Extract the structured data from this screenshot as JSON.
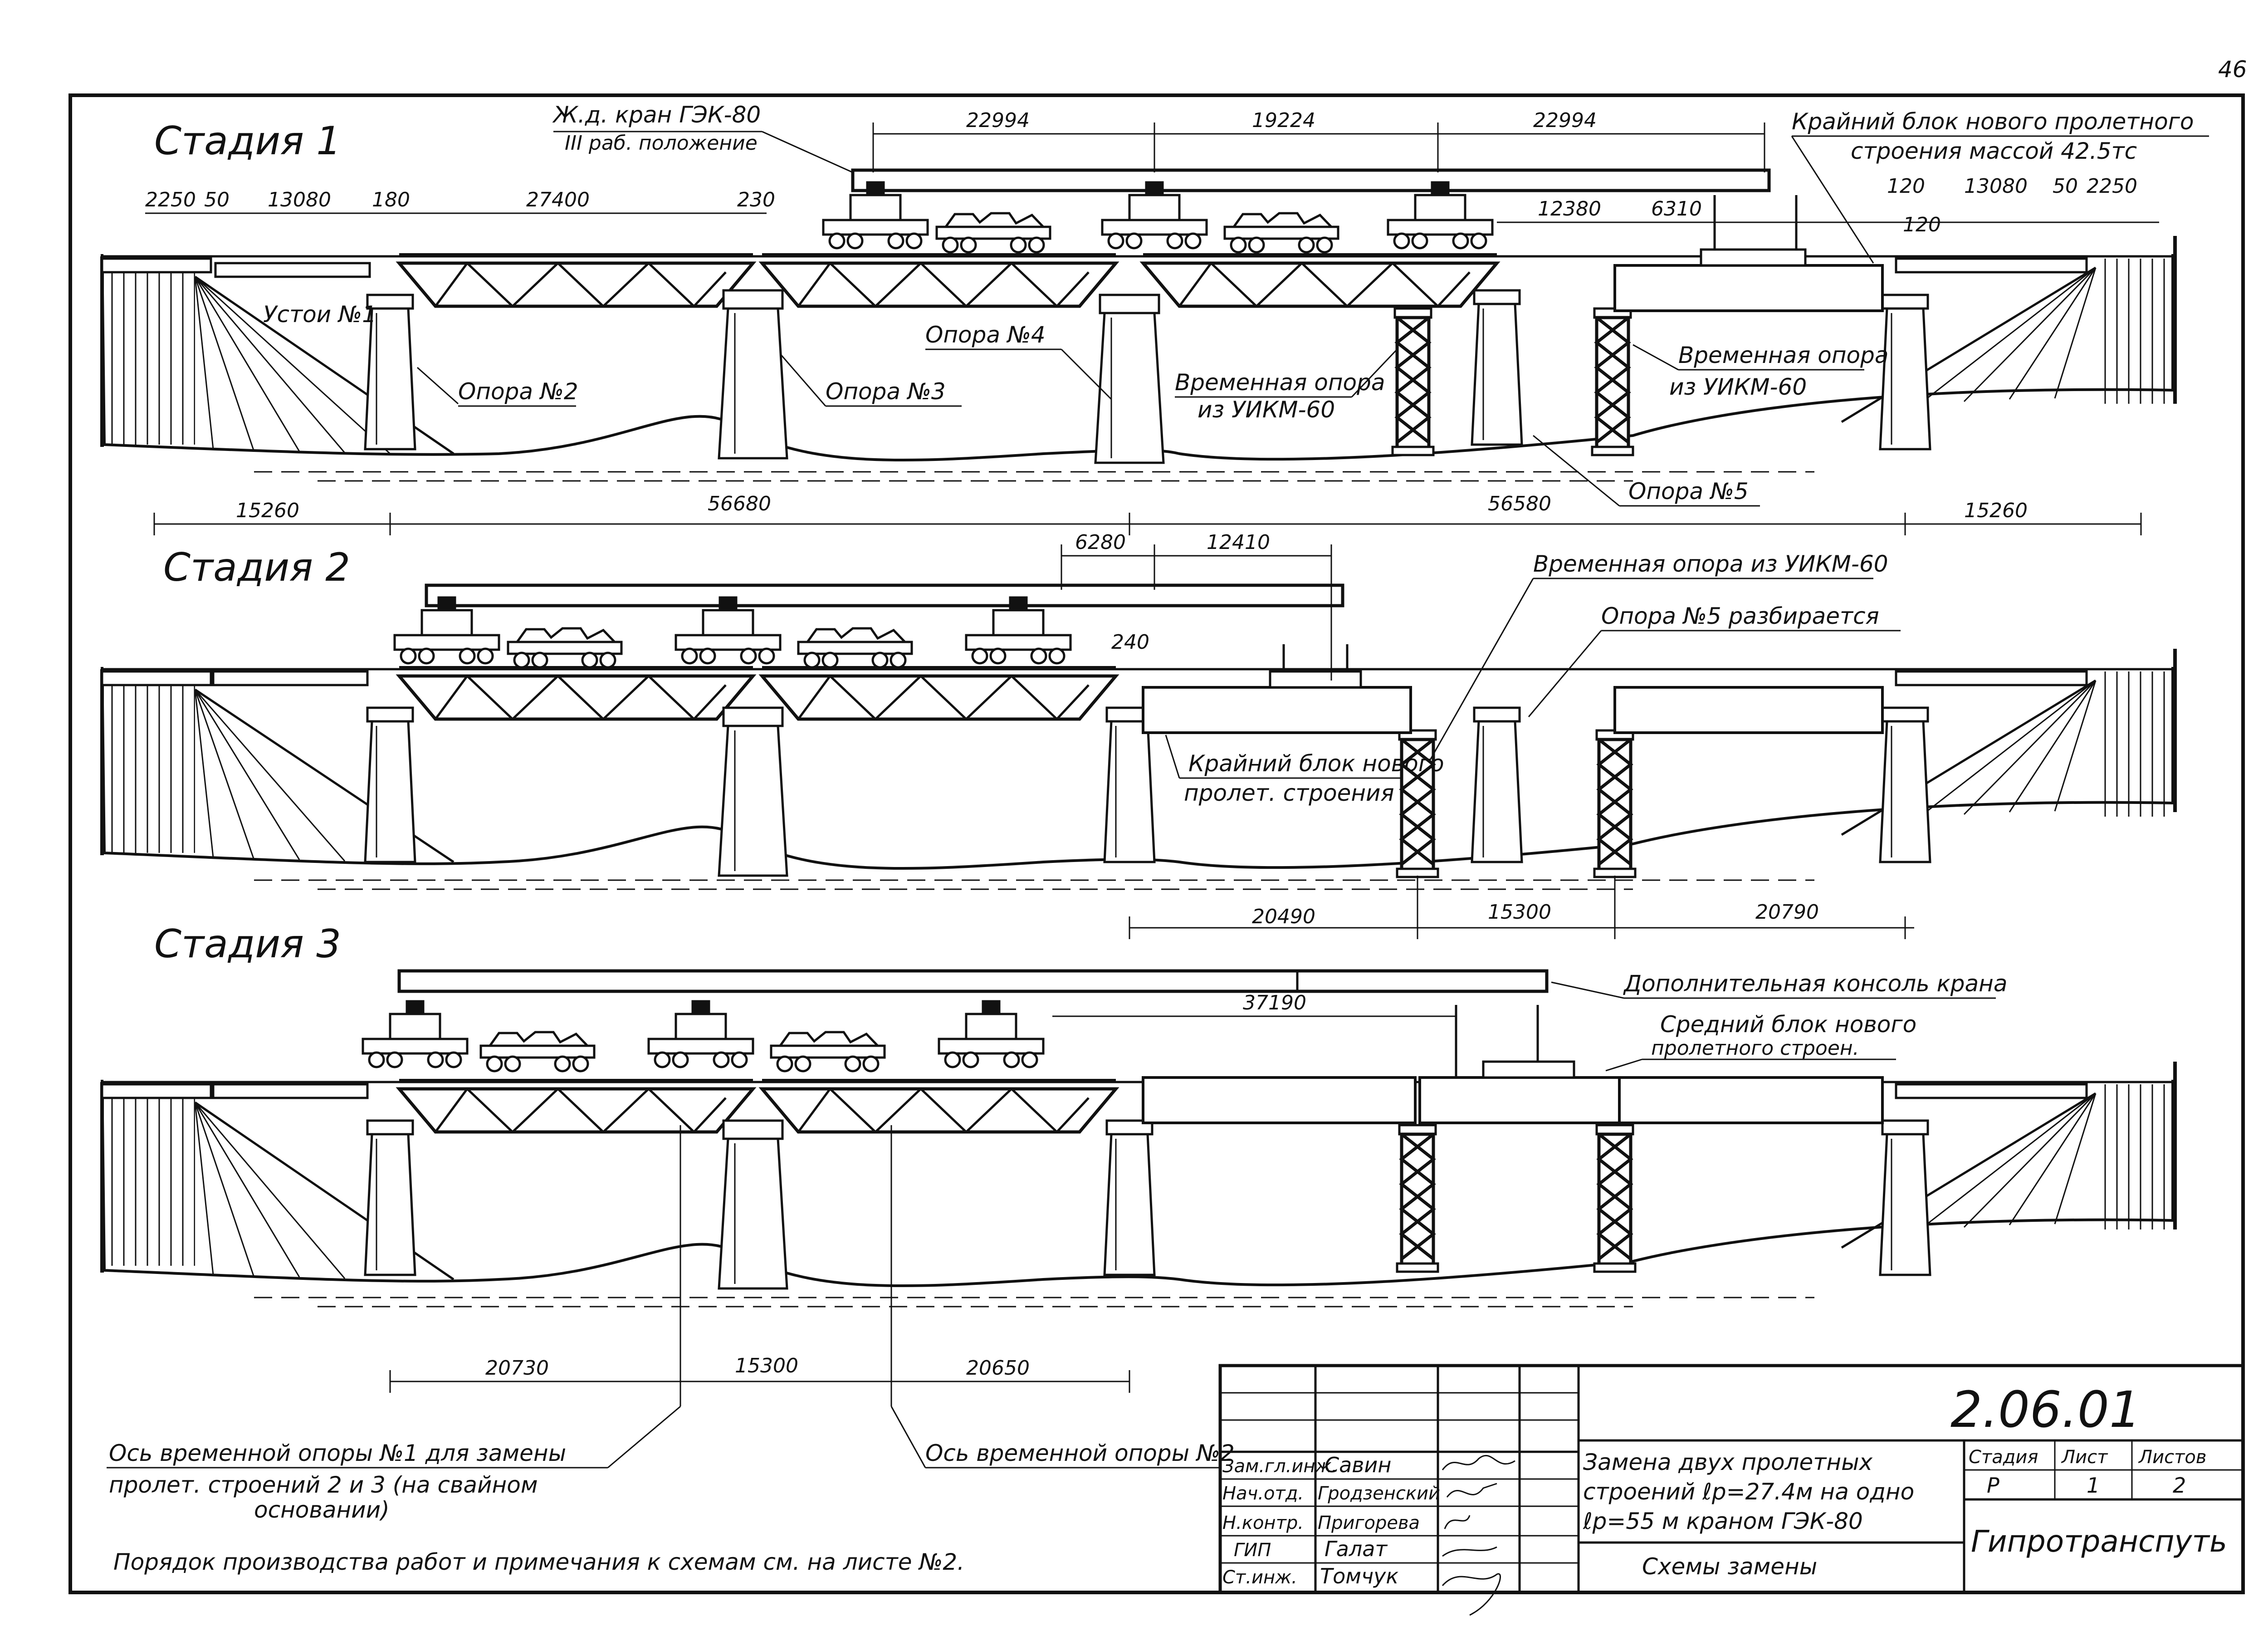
{
  "page_number": "46",
  "stages": {
    "s1": {
      "title": "Стадия 1",
      "crane_label_line1": "Ж.д. кран ГЭК-80",
      "crane_label_line2": "III раб. положение",
      "edge_block_label_line1": "Крайний блок нового пролетного",
      "edge_block_label_line2": "строения массой 42.5тс",
      "top_dims": [
        "22994",
        "19224",
        "22994"
      ],
      "left_dims": [
        "2250",
        "50",
        "13080",
        "180",
        "27400",
        "230"
      ],
      "right_dims": [
        "12380",
        "6310",
        "120",
        "13080",
        "50",
        "2250",
        "120"
      ],
      "bottom_dims": [
        "15260",
        "56680",
        "56580",
        "15260"
      ],
      "abutment_label": "Устои №1",
      "pier2_label": "Опора №2",
      "pier3_label": "Опора №3",
      "pier4_label": "Опора №4",
      "pier5_label": "Опора №5",
      "temp_support_label_line1": "Временная опора",
      "temp_support_label_line2": "из УИКМ-60",
      "temp_support2_label_line1": "Временная опора",
      "temp_support2_label_line2": "из УИКМ-60"
    },
    "s2": {
      "title": "Стадия 2",
      "top_dims": [
        "6280",
        "12410",
        "240"
      ],
      "temp_support_label": "Временная опора из УИКМ-60",
      "pier5_label": "Опора №5 разбирается",
      "edge_block_label_line1": "Крайний блок нового",
      "edge_block_label_line2": "пролет. строения",
      "bottom_dims": [
        "20490",
        "15300",
        "20790"
      ]
    },
    "s3": {
      "title": "Стадия 3",
      "console_label": "Дополнительная консоль крана",
      "console_dim": "37190",
      "middle_block_label_line1": "Средний блок нового",
      "middle_block_label_line2": "пролетного строен.",
      "bottom_dims": [
        "20730",
        "15300",
        "20650"
      ],
      "axis1_label_line1": "Ось временной опоры №1 для замены",
      "axis1_label_line2": "пролет. строений 2 и 3 (на свайном",
      "axis1_label_line3": "основании)",
      "axis2_label": "Ось временной опоры №2"
    }
  },
  "note": "Порядок производства работ и примечания к схемам см. на листе №2.",
  "title_block": {
    "doc_number": "2.06.01",
    "roles": [
      "Зам.гл.инж.",
      "Нач.отд.",
      "Н.контр.",
      "ГИП",
      "Ст.инж."
    ],
    "names": [
      "Савин",
      "Гродзенский",
      "Пригорева",
      "Галат",
      "Томчук"
    ],
    "title_line1": "Замена двух пролетных",
    "title_line2": "строений ℓр=27.4м на одно",
    "title_line3": "ℓр=55 м краном ГЭК-80",
    "sheet_subject": "Схемы замены",
    "col_stage": "Стадия",
    "col_sheet": "Лист",
    "col_sheets": "Листов",
    "val_stage": "Р",
    "val_sheet": "1",
    "val_sheets": "2",
    "organization": "Гипротранспуть"
  }
}
